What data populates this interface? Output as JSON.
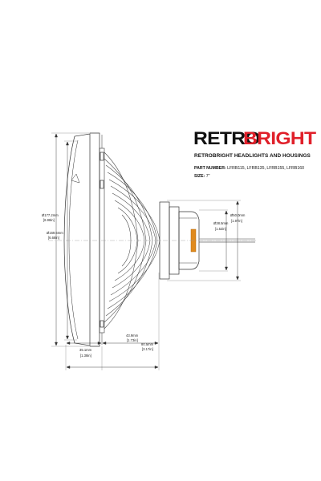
{
  "brand": {
    "retro": "RETRO",
    "bright": "BRIGHT",
    "accent_color": "#e0202a"
  },
  "title": "RETROBRIGHT HEADLIGHTS AND HOUSINGS",
  "part_number": {
    "label": "PART NUMBER:",
    "value": "LFRB115, LFRB135, LFRB155, LFRB160"
  },
  "size": {
    "label": "SIZE:",
    "value": "7\""
  },
  "dimensions": {
    "outer_diameter": {
      "mm": "Ø177.2mm",
      "in": "[6.98in]"
    },
    "lens_diameter": {
      "mm": "Ø169.6mm",
      "in": "[6.68in]"
    },
    "connector_outer": {
      "mm": "Ø50.0mm",
      "in": "[1.97in]"
    },
    "connector_inner": {
      "mm": "Ø38.5mm",
      "in": "[1.52in]"
    },
    "front_depth": {
      "mm": "35.1mm",
      "in": "[1.38in]"
    },
    "rear_depth": {
      "mm": "43.9mm",
      "in": "[1.73in]"
    },
    "total_depth": {
      "mm": "80.5mm",
      "in": "[3.17in]"
    }
  }
}
